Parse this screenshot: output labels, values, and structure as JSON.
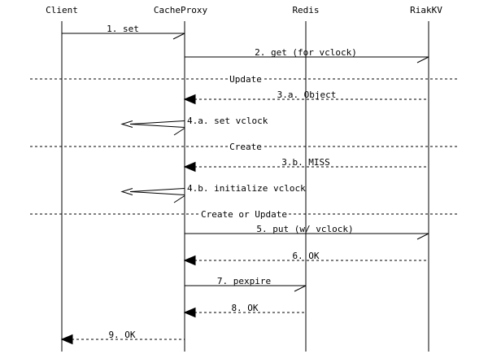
{
  "colors": {
    "line": "#000000",
    "text": "#000000",
    "background": "#ffffff"
  },
  "participants": [
    {
      "name": "Client"
    },
    {
      "name": "CacheProxy"
    },
    {
      "name": "Redis"
    },
    {
      "name": "RiakKV"
    }
  ],
  "messages": [
    {
      "label": "1. set",
      "from": "Client",
      "to": "CacheProxy",
      "kind": "call"
    },
    {
      "label": "2. get (for vclock)",
      "from": "CacheProxy",
      "to": "RiakKV",
      "kind": "call"
    },
    {
      "label": "3.a. Object",
      "from": "RiakKV",
      "to": "CacheProxy",
      "kind": "return"
    },
    {
      "label": "4.a. set vclock",
      "from": "CacheProxy",
      "to": "CacheProxy",
      "kind": "self"
    },
    {
      "label": "3.b. MISS",
      "from": "RiakKV",
      "to": "CacheProxy",
      "kind": "return"
    },
    {
      "label": "4.b. initialize vclock",
      "from": "CacheProxy",
      "to": "CacheProxy",
      "kind": "self"
    },
    {
      "label": "5. put (w/ vclock)",
      "from": "CacheProxy",
      "to": "RiakKV",
      "kind": "call"
    },
    {
      "label": "6. OK",
      "from": "RiakKV",
      "to": "CacheProxy",
      "kind": "return"
    },
    {
      "label": "7. pexpire",
      "from": "CacheProxy",
      "to": "Redis",
      "kind": "call"
    },
    {
      "label": "8. OK",
      "from": "Redis",
      "to": "CacheProxy",
      "kind": "return"
    },
    {
      "label": "9. OK",
      "from": "CacheProxy",
      "to": "Client",
      "kind": "return"
    }
  ],
  "dividers": [
    {
      "label": "Update"
    },
    {
      "label": "Create"
    },
    {
      "label": "Create or Update"
    }
  ]
}
